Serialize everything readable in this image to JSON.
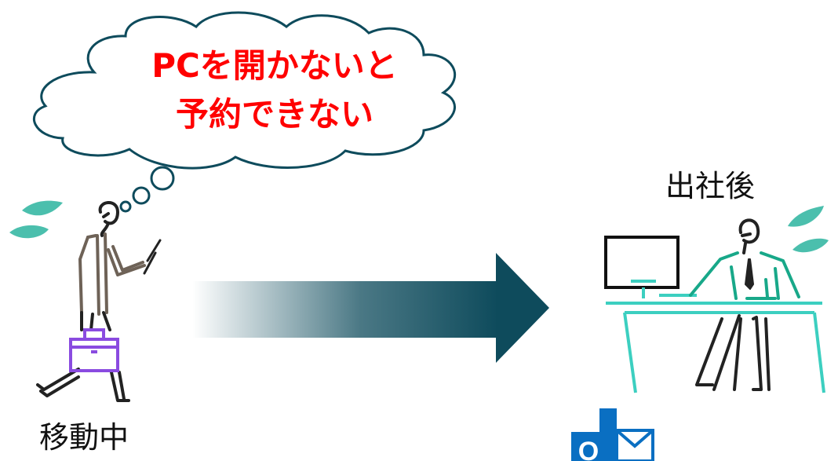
{
  "thought": {
    "line1": "PCを開かないと",
    "line2": "予約できない"
  },
  "captions": {
    "moving": "移動中",
    "office": "出社後"
  },
  "outlook_icon": {
    "letter": "O",
    "icon": "outlook-mail-icon"
  },
  "colors": {
    "alert_text": "#ff0000",
    "sweat_drop": "#4bbfad",
    "arrow": "#0e4b5c",
    "desk": "#3ccfc0",
    "worker": "#18a889",
    "briefcase": "#8a4be0",
    "walker": "#6e6257",
    "outlook_blue": "#0a6fc2"
  }
}
